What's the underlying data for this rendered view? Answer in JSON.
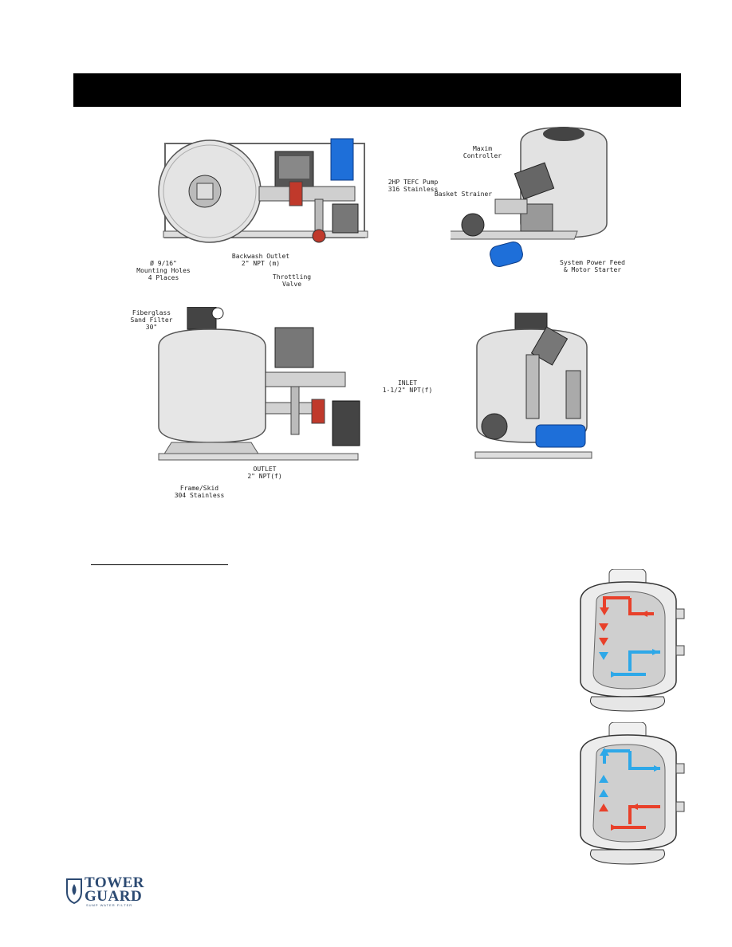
{
  "labels": {
    "mounting_holes": "Ø 9/16\"\nMounting Holes\n4 Places",
    "backwash_outlet": "Backwash Outlet\n2\" NPT (m)",
    "throttling_valve": "Throttling\nValve",
    "pump": "2HP TEFC Pump\n316 Stainless",
    "maxim_controller": "Maxim\nController",
    "basket_strainer": "Basket Strainer",
    "power_feed": "System Power Feed\n& Motor Starter",
    "sand_filter": "Fiberglass\nSand Filter\n30\"",
    "inlet": "INLET\n1-1/2\" NPT(f)",
    "outlet": "OUTLET\n2\" NPT(f)",
    "frame": "Frame/Skid\n304 Stainless"
  },
  "logo": {
    "line1": "TOWER",
    "line2": "GUARD",
    "tagline": "SUMP WATER FILTER"
  },
  "colors": {
    "flow_red": "#e8402a",
    "flow_blue": "#2ea8e8",
    "pump_blue": "#1e6fd9",
    "header": "#000000"
  }
}
